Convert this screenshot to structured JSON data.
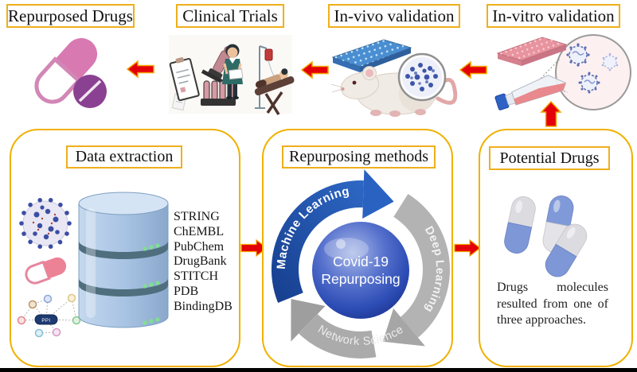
{
  "colors": {
    "accent_gold": "#EFAF1C",
    "arrow_red": "#E30009",
    "arrow_outline": "#F2A500",
    "arc_blue": "#2457B0",
    "arc_gray": "#ACACAC",
    "sphere_blue": "#3352B8"
  },
  "top_row": {
    "stages": [
      {
        "label": "Repurposed Drugs",
        "icon": "capsule-and-tablet-icon"
      },
      {
        "label": "Clinical Trials",
        "icon": "clinical-trial-scene-icon"
      },
      {
        "label": "In-vivo validation",
        "icon": "lab-mouse-scene-icon"
      },
      {
        "label": "In-vitro validation",
        "icon": "culture-flask-scene-icon"
      }
    ]
  },
  "bottom_row": {
    "data_extraction": {
      "title": "Data extraction",
      "databases": [
        "STRING",
        "ChEMBL",
        "PubChem",
        "DrugBank",
        "STITCH",
        "PDB",
        "BindingDB"
      ],
      "network_label": "PPI",
      "icons": [
        "coronavirus-icon",
        "capsule-icon",
        "ppi-network-icon",
        "database-stack-icon"
      ]
    },
    "repurposing_methods": {
      "title": "Repurposing methods",
      "center": {
        "line1": "Covid-19",
        "line2": "Repurposing"
      },
      "methods": [
        "Machine Learning",
        "Deep Learning",
        "Network Science"
      ]
    },
    "potential_drugs": {
      "title": "Potential Drugs",
      "caption": "Drugs molecules resulted from one of three approaches.",
      "icon": "capsules-icon"
    }
  }
}
